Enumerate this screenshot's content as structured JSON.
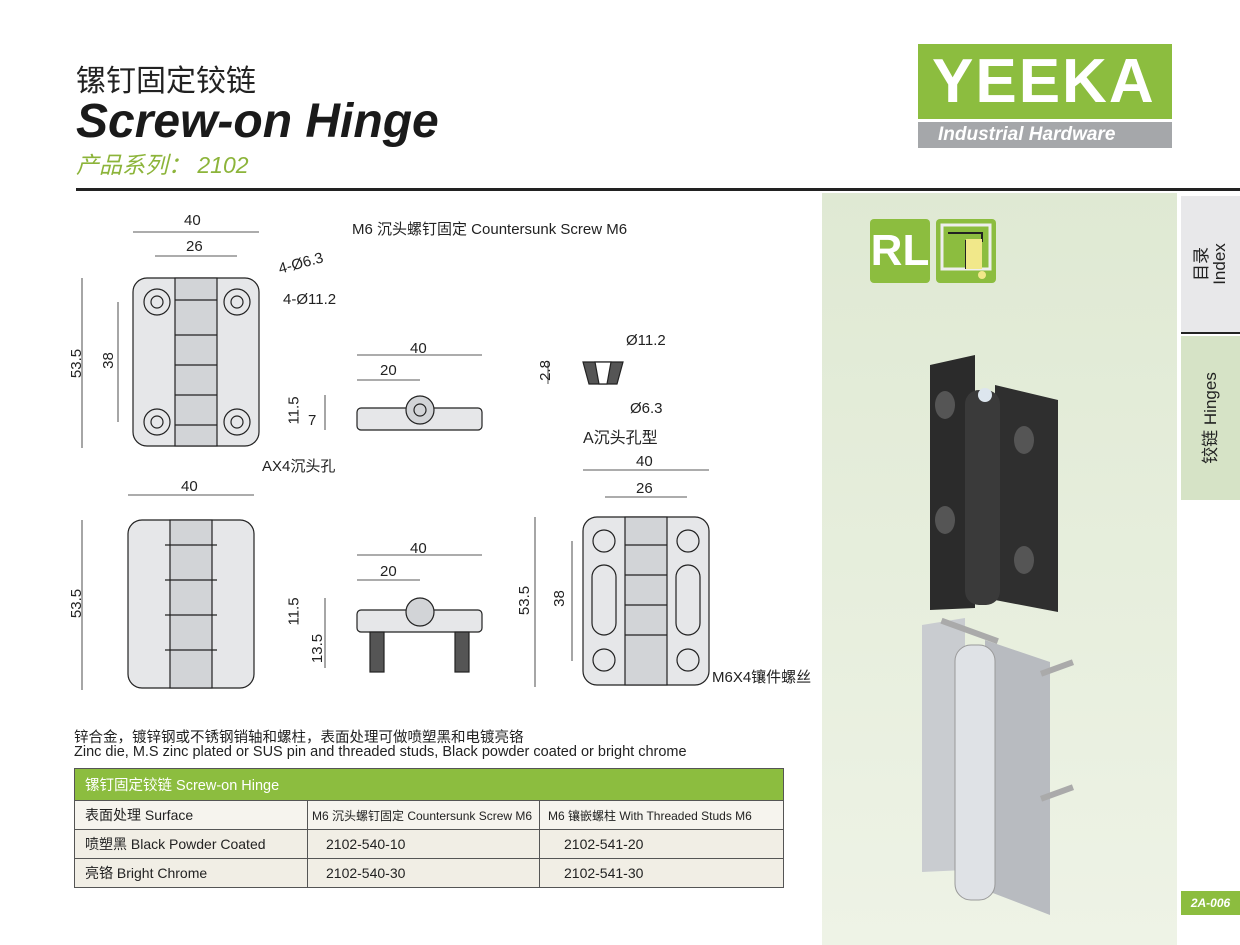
{
  "header": {
    "title_cn": "镙钉固定铰链",
    "title_en": "Screw-on Hinge",
    "series": "产品系列： 2102"
  },
  "logo": {
    "brand": "YEEKA",
    "tagline": "Industrial Hardware"
  },
  "tabs": [
    {
      "label_cn": "目录",
      "label_en": "Index"
    },
    {
      "label": "铰链 Hinges"
    }
  ],
  "page_number": "2A-006",
  "badges": {
    "rl": "RL"
  },
  "drawings": {
    "caption": "M6 沉头螺钉固定  Countersunk Screw M6",
    "front1": {
      "w40": "40",
      "w26": "26",
      "hole_small": "4-Ø6.3",
      "hole_large": "4-Ø11.2",
      "h53": "53.5",
      "h38": "38",
      "note": "AX4沉头孔"
    },
    "side1": {
      "w40": "40",
      "w20": "20",
      "h11": "11.5",
      "h7": "7"
    },
    "detail": {
      "depth": "2.8",
      "d_large": "Ø11.2",
      "d_small": "Ø6.3",
      "title": "A沉头孔型"
    },
    "back2": {
      "w40": "40",
      "h53": "53.5"
    },
    "side2": {
      "w40": "40",
      "w20": "20",
      "h11": "11.5",
      "h13": "13.5"
    },
    "front2": {
      "w40": "40",
      "w26": "26",
      "h53": "53.5",
      "h38": "38",
      "note": "M6X4镶件螺丝"
    }
  },
  "description": {
    "cn": "锌合金，镀锌钢或不锈钢销轴和螺柱，表面处理可做喷塑黑和电镀亮铬",
    "en": "Zinc die, M.S zinc plated or SUS pin and threaded studs, Black powder coated or bright chrome"
  },
  "table": {
    "title": "镙钉固定铰链  Screw-on Hinge",
    "headers": [
      "表面处理 Surface",
      "M6 沉头螺钉固定 Countersunk Screw M6",
      "M6 镶嵌螺柱 With Threaded Studs M6"
    ],
    "rows": [
      [
        "喷塑黑 Black Powder Coated",
        "2102-540-10",
        "2102-541-20"
      ],
      [
        "亮铬 Bright Chrome",
        "2102-540-30",
        "2102-541-30"
      ]
    ]
  }
}
